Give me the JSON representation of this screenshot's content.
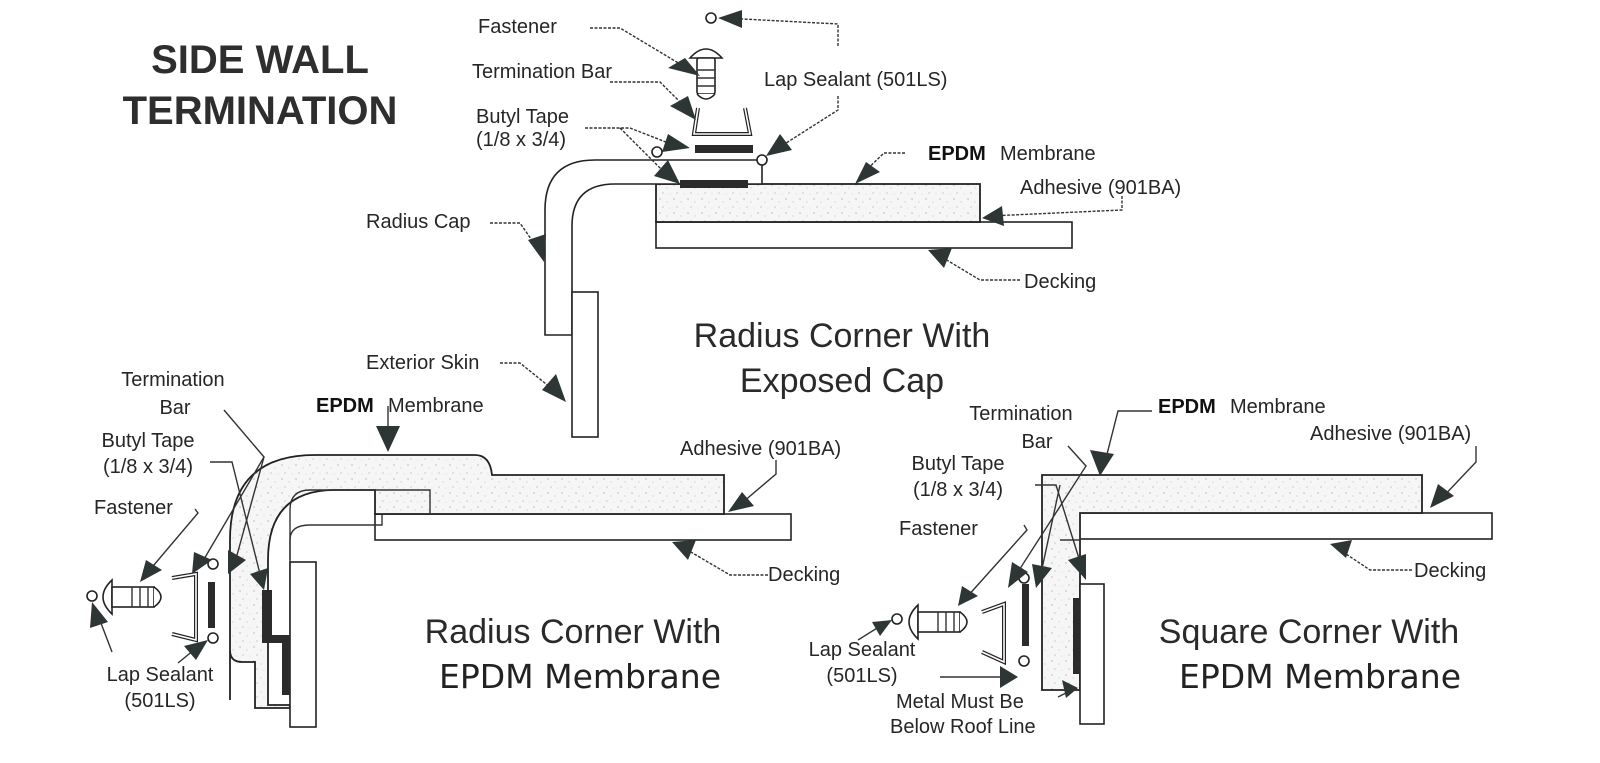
{
  "title": {
    "line1": "SIDE WALL",
    "line2": "TERMINATION"
  },
  "details": {
    "exposed_cap": {
      "caption_line1": "Radius Corner With",
      "caption_line2": "Exposed Cap",
      "labels": {
        "fastener": "Fastener",
        "termination_bar": "Termination Bar",
        "butyl_tape_1": "Butyl Tape",
        "butyl_tape_2": "(1/8 x 3/4)",
        "lap_sealant": "Lap Sealant (501LS)",
        "epdm_bold": "EPDM",
        "membrane": "Membrane",
        "adhesive": "Adhesive (901BA)",
        "radius_cap": "Radius Cap",
        "decking": "Decking",
        "exterior_skin": "Exterior Skin"
      }
    },
    "radius_epdm": {
      "caption_line1": "Radius Corner With",
      "caption_line2": "EPDM  Membrane",
      "labels": {
        "termination_bar_1": "Termination",
        "termination_bar_2": "Bar",
        "butyl_tape_1": "Butyl Tape",
        "butyl_tape_2": "(1/8 x 3/4)",
        "fastener": "Fastener",
        "lap_sealant_1": "Lap Sealant",
        "lap_sealant_2": "(501LS)",
        "epdm_bold": "EPDM",
        "membrane": "Membrane",
        "adhesive": "Adhesive (901BA)",
        "decking": "Decking"
      }
    },
    "square_epdm": {
      "caption_line1": "Square Corner With",
      "caption_line2": "EPDM  Membrane",
      "labels": {
        "termination_bar_1": "Termination",
        "termination_bar_2": "Bar",
        "butyl_tape_1": "Butyl Tape",
        "butyl_tape_2": "(1/8 x 3/4)",
        "fastener": "Fastener",
        "lap_sealant_1": "Lap Sealant",
        "lap_sealant_2": "(501LS)",
        "metal_note_1": "Metal Must Be",
        "metal_note_2": "Below Roof Line",
        "epdm_bold": "EPDM",
        "membrane": "Membrane",
        "adhesive": "Adhesive (901BA)",
        "decking": "Decking"
      }
    }
  }
}
